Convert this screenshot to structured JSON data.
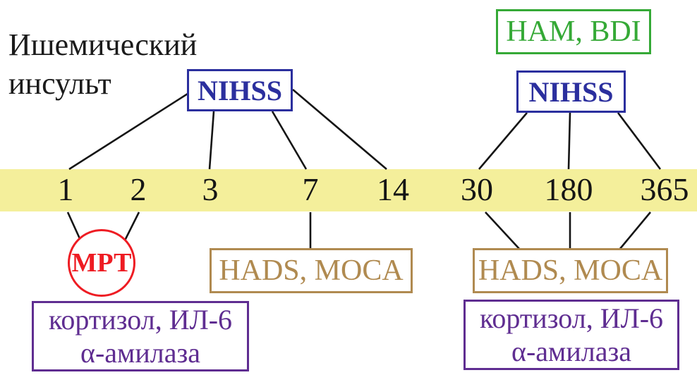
{
  "title": {
    "line1": "Ишемический",
    "line2": "инсульт"
  },
  "timeline": {
    "unit": "days",
    "days": [
      "1",
      "2",
      "3",
      "7",
      "14",
      "30",
      "180",
      "365"
    ]
  },
  "nodes": {
    "nihss_left": {
      "label": "NIHSS",
      "connects_to_days": [
        "1",
        "3",
        "7",
        "14"
      ]
    },
    "nihss_right": {
      "label": "NIHSS",
      "connects_to_days": [
        "30",
        "180",
        "365"
      ]
    },
    "ham_bdi": {
      "label": "HAM, BDI"
    },
    "mrt": {
      "label": "МРТ",
      "connects_to_days": [
        "1",
        "2"
      ]
    },
    "hads_moca_left": {
      "label": "HADS, MOCA",
      "connects_to_days": [
        "7"
      ]
    },
    "hads_moca_right": {
      "label": "HADS, MOCA",
      "connects_to_days": [
        "30",
        "180",
        "365"
      ]
    },
    "biomarkers_left": {
      "line1": "кортизол, ИЛ-6",
      "line2": "α-амилаза"
    },
    "biomarkers_right": {
      "line1": "кортизол, ИЛ-6",
      "line2": "α-амилаза"
    }
  },
  "colors": {
    "band_yellow": "#f4ef9b",
    "nihss_blue": "#2b2f9e",
    "ham_bdi_green": "#35a936",
    "mrt_red": "#ee1c23",
    "hads_brown": "#b08a50",
    "biomarkers_purple": "#5f2d91",
    "line_black": "#151515"
  }
}
